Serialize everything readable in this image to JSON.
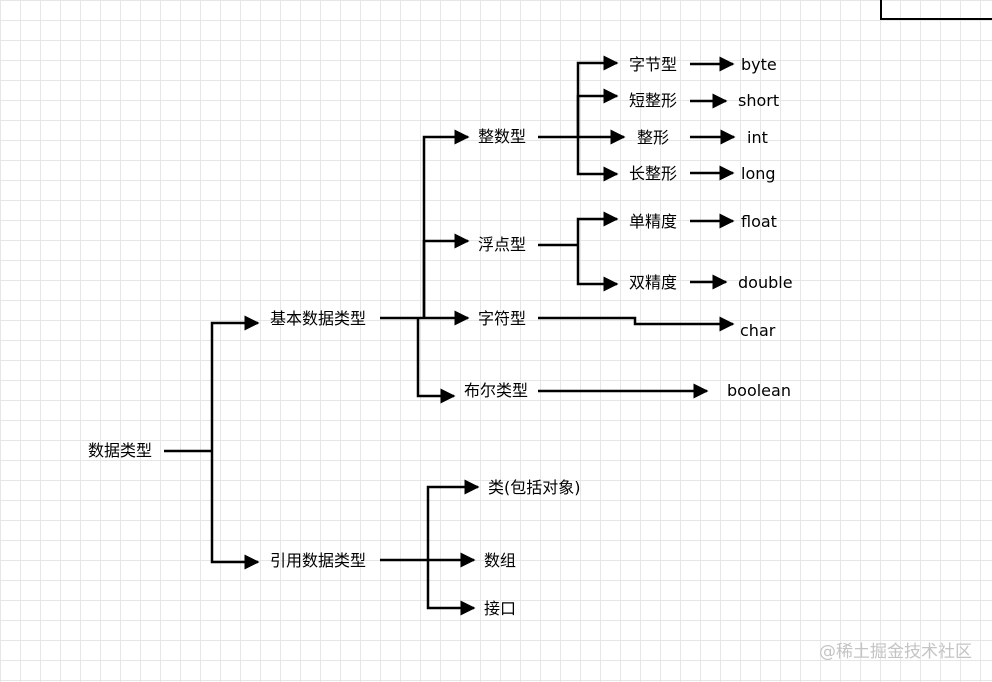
{
  "nodes": {
    "root": "数据类型",
    "basic": "基本数据类型",
    "reference": "引用数据类型",
    "integer": "整数型",
    "float_point": "浮点型",
    "char_type": "字符型",
    "bool_type": "布尔类型",
    "byte_type": "字节型",
    "short_type": "短整形",
    "int_type": "整形",
    "long_type": "长整形",
    "single_precision": "单精度",
    "double_precision": "双精度",
    "class_type": "类(包括对象)",
    "array_type": "数组",
    "interface_type": "接口"
  },
  "keywords": {
    "byte": "byte",
    "short": "short",
    "int": "int",
    "long": "long",
    "float": "float",
    "double": "double",
    "char": "char",
    "boolean": "boolean"
  },
  "watermark": "@稀土掘金技术社区",
  "colors": {
    "line": "#000000",
    "grid": "#e6e6e6",
    "watermark": "#c4c4c4"
  }
}
